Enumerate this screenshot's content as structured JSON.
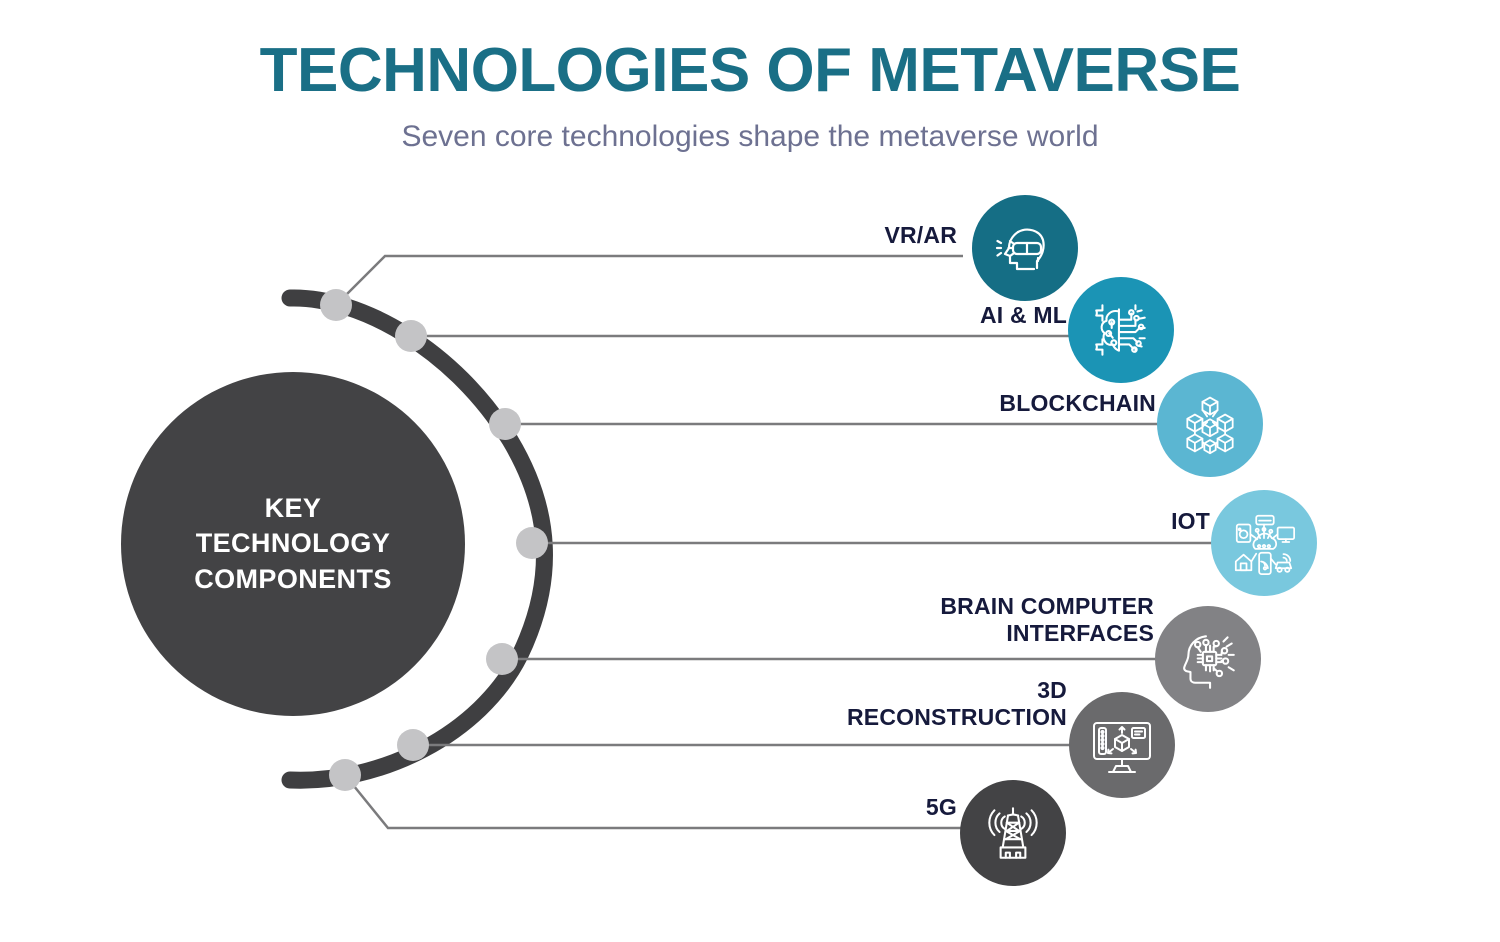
{
  "header": {
    "title": "TECHNOLOGIES OF METAVERSE",
    "subtitle": "Seven core technologies shape the metaverse world",
    "title_color": "#1a6f86",
    "subtitle_color": "#6d7191"
  },
  "hub": {
    "label": "KEY\nTECHNOLOGY\nCOMPONENTS",
    "color": "#434345",
    "text_color": "#ffffff"
  },
  "palette": {
    "background": "#ffffff",
    "arc": "#3f3f41",
    "connector_line": "#7b7b7d",
    "node_dot": "#c4c4c6",
    "label_text": "#161a3c"
  },
  "nodes": [
    {
      "label": "VR/AR",
      "icon": "vr-headset-icon",
      "color": "#156e85",
      "radius": 53
    },
    {
      "label": "AI & ML",
      "icon": "ai-brain-chip-icon",
      "color": "#1b94b5",
      "radius": 53
    },
    {
      "label": "BLOCKCHAIN",
      "icon": "blockchain-cubes-icon",
      "color": "#5bb6d2",
      "radius": 53
    },
    {
      "label": "IOT",
      "icon": "iot-network-icon",
      "color": "#79c8de",
      "radius": 53
    },
    {
      "label": "BRAIN COMPUTER\nINTERFACES",
      "icon": "brain-computer-interface-icon",
      "color": "#828285",
      "radius": 53
    },
    {
      "label": "3D\nRECONSTRUCTION",
      "icon": "3d-reconstruction-monitor-icon",
      "color": "#6a6a6c",
      "radius": 53
    },
    {
      "label": "5G",
      "icon": "5g-tower-icon",
      "color": "#434345",
      "radius": 53
    }
  ]
}
